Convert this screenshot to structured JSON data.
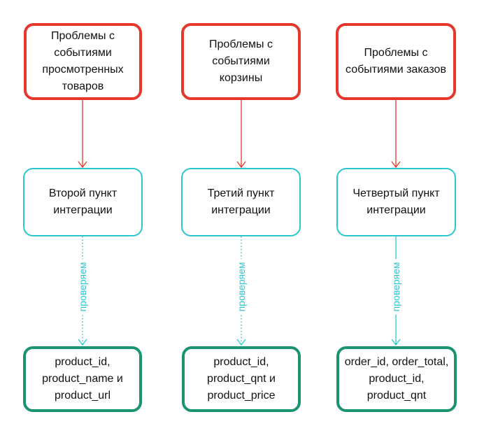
{
  "colors": {
    "problem_border": "#e5372b",
    "step_border": "#2cc6cf",
    "fields_border": "#1a9373",
    "arrow_red": "#e5372b",
    "arrow_teal": "#2cc6cf"
  },
  "columns": [
    {
      "problem": "Проблемы с\nсобытиями\nпросмотренных\nтоваров",
      "step": "Второй пункт\nинтеграции",
      "check_label": "проверяем",
      "check_line_style": "dotted",
      "fields": "product_id,\nproduct_name и\nproduct_url"
    },
    {
      "problem": "Проблемы с\nсобытиями\nкорзины",
      "step": "Третий пункт\nинтеграции",
      "check_label": "проверяем",
      "check_line_style": "dotted",
      "fields": "product_id,\nproduct_qnt и\nproduct_price"
    },
    {
      "problem": "Проблемы с\nсобытиями заказов",
      "step": "Четвертый пункт\nинтеграции",
      "check_label": "проверяем",
      "check_line_style": "solid",
      "fields": "order_id, order_total,\nproduct_id,\nproduct_qnt"
    }
  ]
}
